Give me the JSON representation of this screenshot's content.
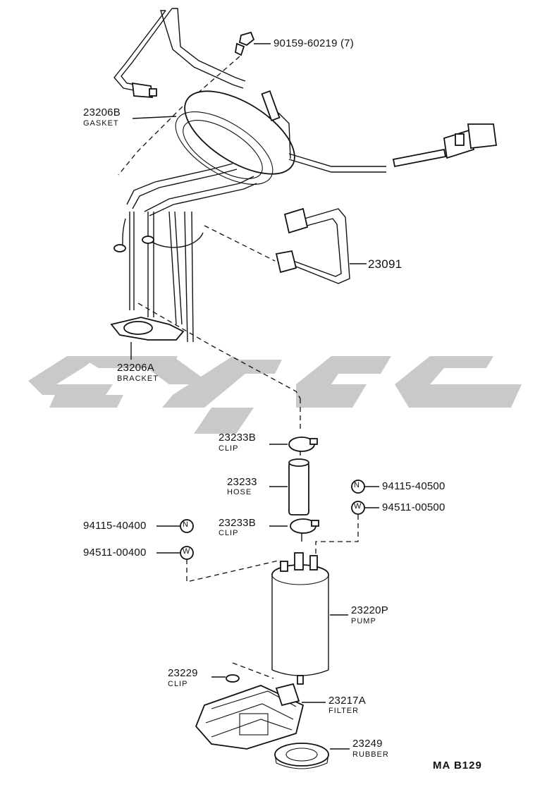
{
  "parts": {
    "bolt": {
      "number": "90159-60219 (7)"
    },
    "gasket": {
      "number": "23206B",
      "name": "GASKET"
    },
    "fuel_tube": {
      "number": "23091"
    },
    "bracket": {
      "number": "23206A",
      "name": "BRACKET"
    },
    "clip_upper": {
      "number": "23233B",
      "name": "CLIP"
    },
    "hose": {
      "number": "23233",
      "name": "HOSE"
    },
    "clip_lower": {
      "number": "23233B",
      "name": "CLIP"
    },
    "nut_right": {
      "number": "94115-40500",
      "symbol": "N"
    },
    "washer_right": {
      "number": "94511-00500",
      "symbol": "W"
    },
    "nut_left": {
      "number": "94115-40400",
      "symbol": "N"
    },
    "washer_left": {
      "number": "94511-00400",
      "symbol": "W"
    },
    "pump": {
      "number": "23220P",
      "name": "PUMP"
    },
    "clip_filter": {
      "number": "23229",
      "name": "CLIP"
    },
    "filter": {
      "number": "23217A",
      "name": "FILTER"
    },
    "rubber": {
      "number": "23249",
      "name": "RUBBER"
    }
  },
  "diagram_code": "MA B129",
  "watermark": {
    "color": "#c9c9c9"
  }
}
